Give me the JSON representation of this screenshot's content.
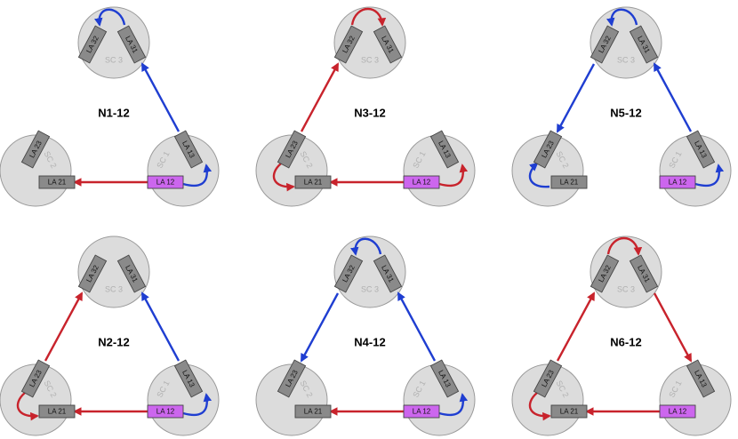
{
  "colors": {
    "red": "#c8232c",
    "blue": "#1f3ed1",
    "la_gray": "#8a8a8a",
    "la_purple": "#cc66ee",
    "circle_fill": "#dcdcdc",
    "circle_stroke": "#9a9a9a"
  },
  "node_labels": {
    "sc1": "SC 1",
    "sc2": "SC 2",
    "sc3": "SC 3"
  },
  "la_labels": {
    "la12": "LA 12",
    "la13": "LA 13",
    "la21": "LA 21",
    "la23": "LA 23",
    "la31": "LA 31",
    "la32": "LA 32"
  },
  "highlighted_la": "la12",
  "panels": [
    {
      "title": "N1-12",
      "links": [
        {
          "from": "la12",
          "to": "la21",
          "color": "red"
        },
        {
          "from": "la13",
          "to": "la31",
          "color": "blue"
        }
      ],
      "loops": [
        {
          "from": "la12",
          "to": "la13",
          "color": "blue"
        },
        {
          "from": "la31",
          "to": "la32",
          "color": "blue"
        }
      ]
    },
    {
      "title": "N3-12",
      "links": [
        {
          "from": "la12",
          "to": "la21",
          "color": "red"
        },
        {
          "from": "la23",
          "to": "la32",
          "color": "red"
        }
      ],
      "loops": [
        {
          "from": "la12",
          "to": "la13",
          "color": "red"
        },
        {
          "from": "la21",
          "to": "la23",
          "color": "red"
        },
        {
          "from": "la32",
          "to": "la31",
          "color": "red"
        }
      ]
    },
    {
      "title": "N5-12",
      "links": [
        {
          "from": "la13",
          "to": "la31",
          "color": "blue"
        },
        {
          "from": "la32",
          "to": "la23",
          "color": "blue"
        }
      ],
      "loops": [
        {
          "from": "la12",
          "to": "la13",
          "color": "blue"
        },
        {
          "from": "la31",
          "to": "la32",
          "color": "blue"
        },
        {
          "from": "la23",
          "to": "la21",
          "color": "blue"
        }
      ]
    },
    {
      "title": "N2-12",
      "links": [
        {
          "from": "la12",
          "to": "la21",
          "color": "red"
        },
        {
          "from": "la23",
          "to": "la32",
          "color": "red"
        },
        {
          "from": "la13",
          "to": "la31",
          "color": "blue"
        }
      ],
      "loops": [
        {
          "from": "la12",
          "to": "la13",
          "color": "blue"
        },
        {
          "from": "la21",
          "to": "la23",
          "color": "red"
        }
      ]
    },
    {
      "title": "N4-12",
      "links": [
        {
          "from": "la12",
          "to": "la21",
          "color": "red"
        },
        {
          "from": "la13",
          "to": "la31",
          "color": "blue"
        },
        {
          "from": "la32",
          "to": "la23",
          "color": "blue"
        }
      ],
      "loops": [
        {
          "from": "la12",
          "to": "la13",
          "color": "blue"
        },
        {
          "from": "la31",
          "to": "la32",
          "color": "blue"
        }
      ]
    },
    {
      "title": "N6-12",
      "links": [
        {
          "from": "la12",
          "to": "la21",
          "color": "red"
        },
        {
          "from": "la23",
          "to": "la32",
          "color": "red"
        },
        {
          "from": "la31",
          "to": "la13",
          "color": "red"
        }
      ],
      "loops": [
        {
          "from": "la21",
          "to": "la23",
          "color": "red"
        },
        {
          "from": "la32",
          "to": "la31",
          "color": "red"
        }
      ]
    }
  ]
}
